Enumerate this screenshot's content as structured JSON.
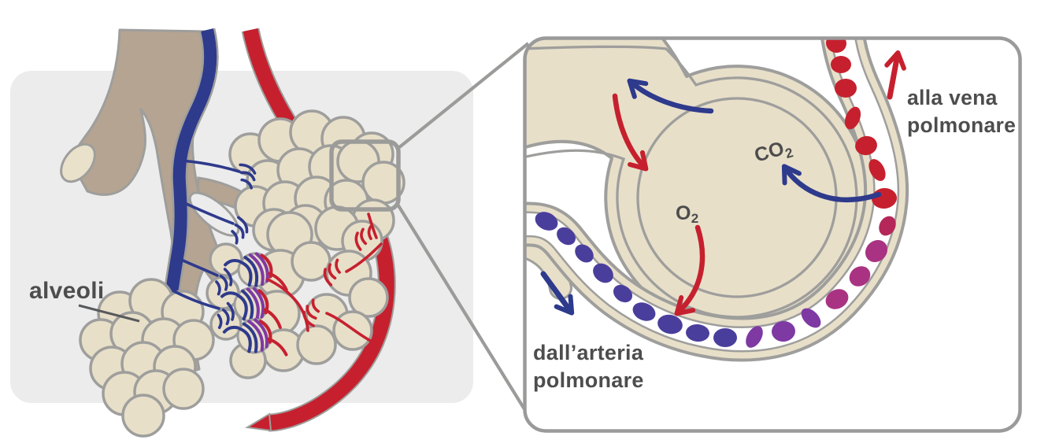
{
  "colors": {
    "bg": "#ffffff",
    "panel-bg": "#ececec",
    "panel-border": "#9a9a9a",
    "outline": "#9e9e9c",
    "beige": "#e8dfc9",
    "tan": "#b5a492",
    "cream": "#eae1cb",
    "navy": "#2e3a8c",
    "red": "#c6202e",
    "indigo": "#4a3e9c",
    "purple": "#7e39a3",
    "magenta": "#a93382",
    "rose": "#b52759",
    "text": "#4d4d4d",
    "label-line": "#58595b"
  },
  "left_panel": {
    "alveoli_label": "alveoli"
  },
  "right_panel": {
    "co2_label": "CO",
    "co2_sub": "2",
    "o2_label": "O",
    "o2_sub": "2",
    "to_vein_label_line1": "alla vena",
    "to_vein_label_line2": "polmonare",
    "from_artery_label_line1": "dall’arteria",
    "from_artery_label_line2": "polmonare"
  }
}
